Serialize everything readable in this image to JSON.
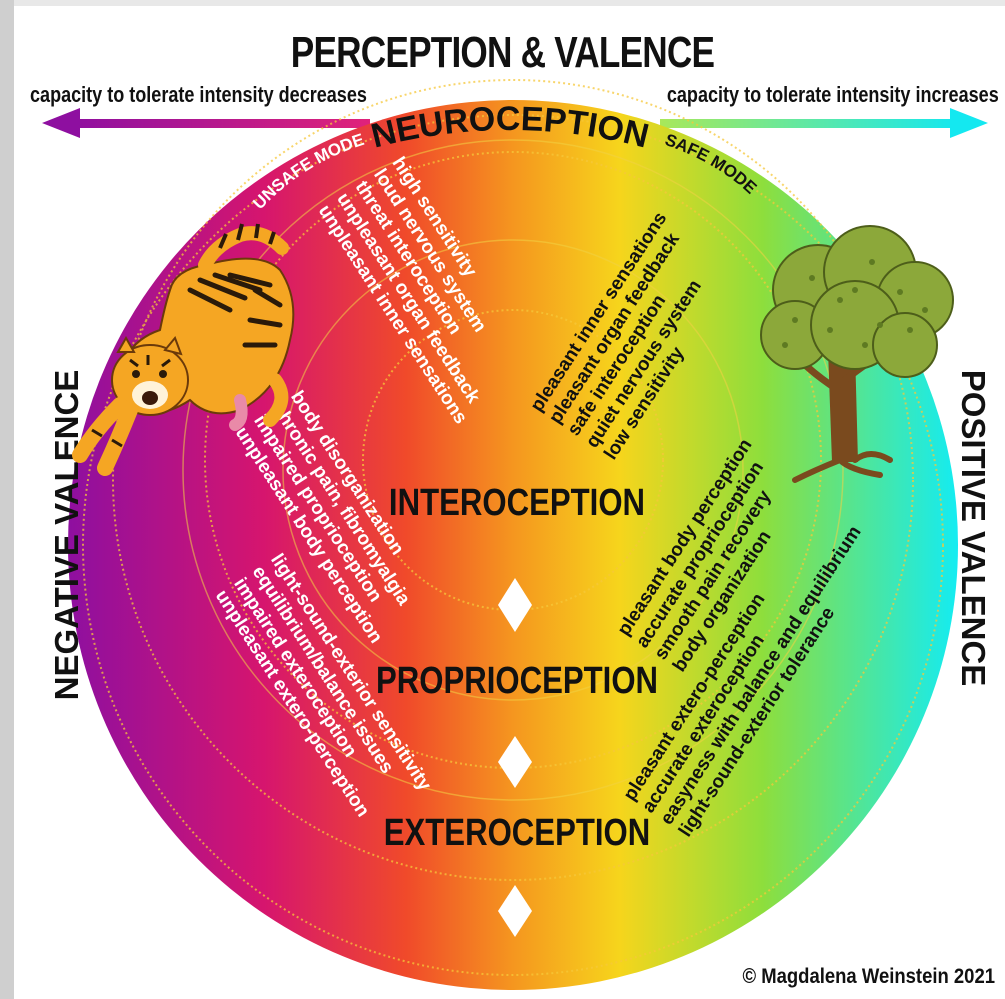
{
  "title": "PERCEPTION & VALENCE",
  "capacity_left": "capacity to tolerate intensity decreases",
  "capacity_right": "capacity to tolerate intensity increases",
  "neuroception": "NEUROCEPTION",
  "unsafe_mode": "UNSAFE MODE",
  "safe_mode": "SAFE MODE",
  "negative_valence": "NEGATIVE VALENCE",
  "positive_valence": "POSITIVE VALENCE",
  "sections": {
    "interoception": "INTEROCEPTION",
    "proprioception": "PROPRIOCEPTION",
    "exteroception": "EXTEROCEPTION"
  },
  "intero_negative": [
    "unpleasant inner sensations",
    "unpleasant organ feedback",
    "threat interoception",
    "loud nervous system",
    "high sensitivity"
  ],
  "intero_positive": [
    "pleasant inner sensations",
    "pleasant organ feedback",
    "safe interoception",
    "quiet nervous system",
    "low sensitivity"
  ],
  "proprio_negative": [
    "unpleasant body perception",
    "impaired proprioception",
    "chronic pain, fibromyalgia",
    "body disorganization"
  ],
  "proprio_positive": [
    "pleasant body perception",
    "accurate proprioception",
    "smooth pain recovery",
    "body organization"
  ],
  "extero_negative": [
    "unpleasant extero-perception",
    "impaired exteroception",
    "equilibrium/balance issues",
    "light-sound-exterior sensitivity"
  ],
  "extero_positive": [
    "pleasant extero-perception",
    "accurate exteroception",
    "easyness with balance and equilibrium",
    "light-sound-exterior tolerance"
  ],
  "copyright": "© Magdalena Weinstein 2021",
  "colors": {
    "magenta": "#8e0fa0",
    "pink": "#d6156e",
    "red": "#f04a2a",
    "orange": "#f58a1f",
    "yellow": "#f6d51c",
    "green": "#8ede3c",
    "cyan": "#14ecf2"
  }
}
